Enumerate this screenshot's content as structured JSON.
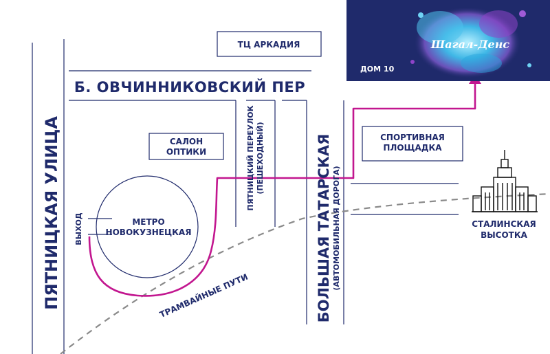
{
  "colors": {
    "street": "#1f2a6b",
    "route": "#c2168f",
    "tram": "#8a8a8a",
    "banner_bg": "#1f2a6b",
    "banner_text": "#ffffff"
  },
  "streets": {
    "pyatnitskaya": "ПЯТНИЦКАЯ УЛИЦА",
    "ovchinnikovsky": "Б. ОВЧИННИКОВСКИЙ ПЕР",
    "pyatnitsky_line1": "ПЯТНИЦКИЙ ПЕРЕУЛОК",
    "pyatnitsky_line2": "(ПЕШЕХОДНЫЙ)",
    "tatarskaya_line1": "БОЛЬШАЯ ТАТАРСКАЯ",
    "tatarskaya_line2": "(АВТОМОБИЛЬНАЯ ДОРОГА)",
    "tram": "ТРАМВАЙНЫЕ ПУТИ"
  },
  "places": {
    "arkadia": "ТЦ АРКАДИЯ",
    "salon_line1": "САЛОН",
    "salon_line2": "ОПТИКИ",
    "sport_line1": "СПОРТИВНАЯ",
    "sport_line2": "ПЛОЩАДКА",
    "metro_line1": "МЕТРО",
    "metro_line2": "НОВОКУЗНЕЦКАЯ",
    "exit": "ВЫХОД",
    "stalin_line1": "СТАЛИНСКАЯ",
    "stalin_line2": "ВЫСОТКА"
  },
  "destination": {
    "logo": "Шагал-Денс",
    "address": "ДОМ 10"
  },
  "icons": {
    "destination_arrow": "arrow-up-icon",
    "skyscraper": "stalin-skyscraper-icon",
    "logo_splash": "paint-splash-icon"
  }
}
